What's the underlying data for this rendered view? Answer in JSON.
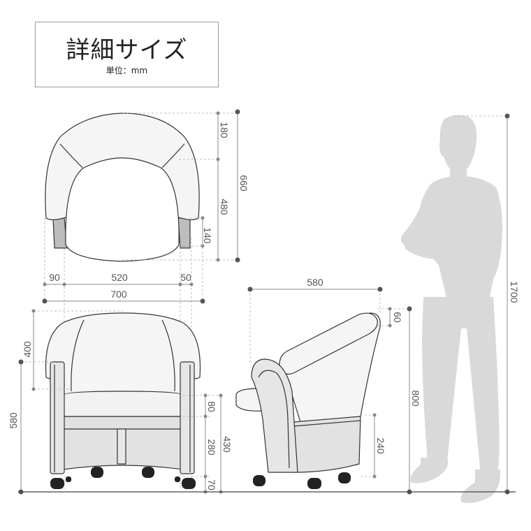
{
  "title": "詳細サイズ",
  "unit": "単位：mm",
  "top_view": {
    "d_back": "180",
    "d_seat": "480",
    "d_armfront": "140",
    "d_total": "660",
    "w_left": "90",
    "w_seat": "520",
    "w_right": "50",
    "w_total": "700"
  },
  "front_view": {
    "h_back": "400",
    "h_arm": "580",
    "h_cushion": "80",
    "h_base": "280",
    "h_caster": "70",
    "h_seat": "430"
  },
  "side_view": {
    "d_total": "580",
    "h_top": "60",
    "h_total": "800",
    "h_base": "240"
  },
  "person": {
    "height": "1700"
  },
  "colors": {
    "line": "#333333",
    "dimension": "#888888",
    "silhouette": "#d9d9d9",
    "cushion": "#f2f2f2",
    "base": "#e2e2e2"
  }
}
